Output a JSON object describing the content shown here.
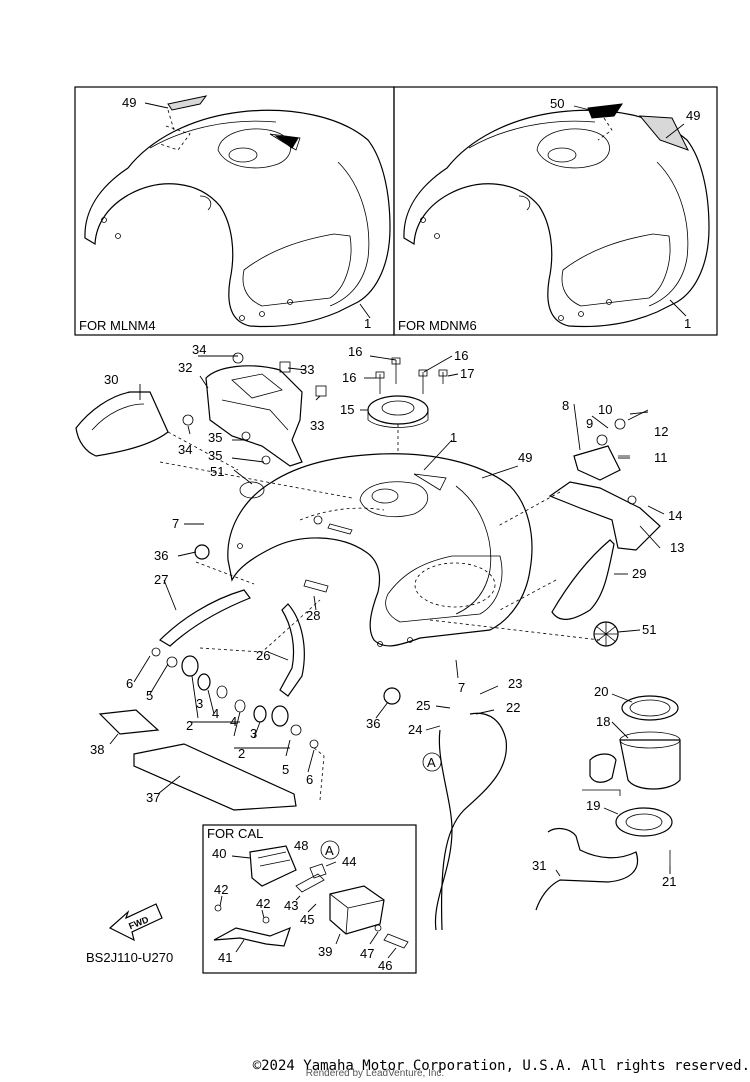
{
  "insets": {
    "left_caption": "FOR MLNM4",
    "right_caption": "FOR MDNM6",
    "cal_caption": "FOR CAL"
  },
  "diagram_code": "BS2J110-U270",
  "fwd_label": "FWD",
  "circle_ref": "A",
  "copyright": "©2024 Yamaha Motor Corporation, U.S.A. All rights reserved.",
  "watermark": "Rendered by LeadVenture, Inc.",
  "callouts": {
    "c49a": "49",
    "c1a": "1",
    "c50": "50",
    "c49b": "49",
    "c1b": "1",
    "c34a": "34",
    "c32": "32",
    "c33a": "33",
    "c33b": "33",
    "c30": "30",
    "c34b": "34",
    "c35a": "35",
    "c35b": "35",
    "c51a": "51",
    "c16a": "16",
    "c16b": "16",
    "c16c": "16",
    "c17": "17",
    "c15": "15",
    "c1c": "1",
    "c49c": "49",
    "c8": "8",
    "c10": "10",
    "c12": "12",
    "c9": "9",
    "c11": "11",
    "c14": "14",
    "c13": "13",
    "c29": "29",
    "c51b": "51",
    "c7a": "7",
    "c36a": "36",
    "c27": "27",
    "c28": "28",
    "c26": "26",
    "c6a": "6",
    "c5a": "5",
    "c3a": "3",
    "c4a": "4",
    "c2a": "2",
    "c4b": "4",
    "c3b": "3",
    "c2b": "2",
    "c5b": "5",
    "c6b": "6",
    "c38": "38",
    "c37": "37",
    "c7b": "7",
    "c23": "23",
    "c25": "25",
    "c22": "22",
    "c24": "24",
    "c36b": "36",
    "c20": "20",
    "c18": "18",
    "c19": "19",
    "c21": "21",
    "c31": "31",
    "c40": "40",
    "c48": "48",
    "c44": "44",
    "c42a": "42",
    "c42b": "42",
    "c43": "43",
    "c45": "45",
    "c41": "41",
    "c39": "39",
    "c47": "47",
    "c46": "46"
  }
}
